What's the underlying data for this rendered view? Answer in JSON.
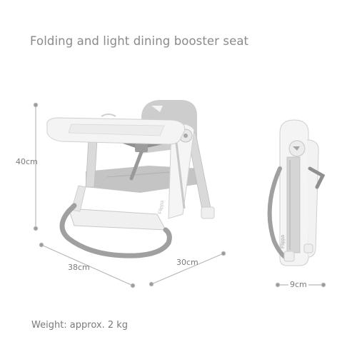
{
  "heading": "Folding and light dining booster seat",
  "dimensions": {
    "height": "40cm",
    "depth": "38cm",
    "width": "30cm",
    "folded_thickness": "9cm"
  },
  "brand_mark": "Flippa",
  "weight": "Weight: approx. 2 kg",
  "colors": {
    "text": "#8a8a8a",
    "dimension_line": "#b5b5b5",
    "seat_grey": "#cfcfcf",
    "frame_white": "#f4f4f4",
    "leg_silver": "#d7d7d7",
    "strap": "#9e9e9e"
  }
}
